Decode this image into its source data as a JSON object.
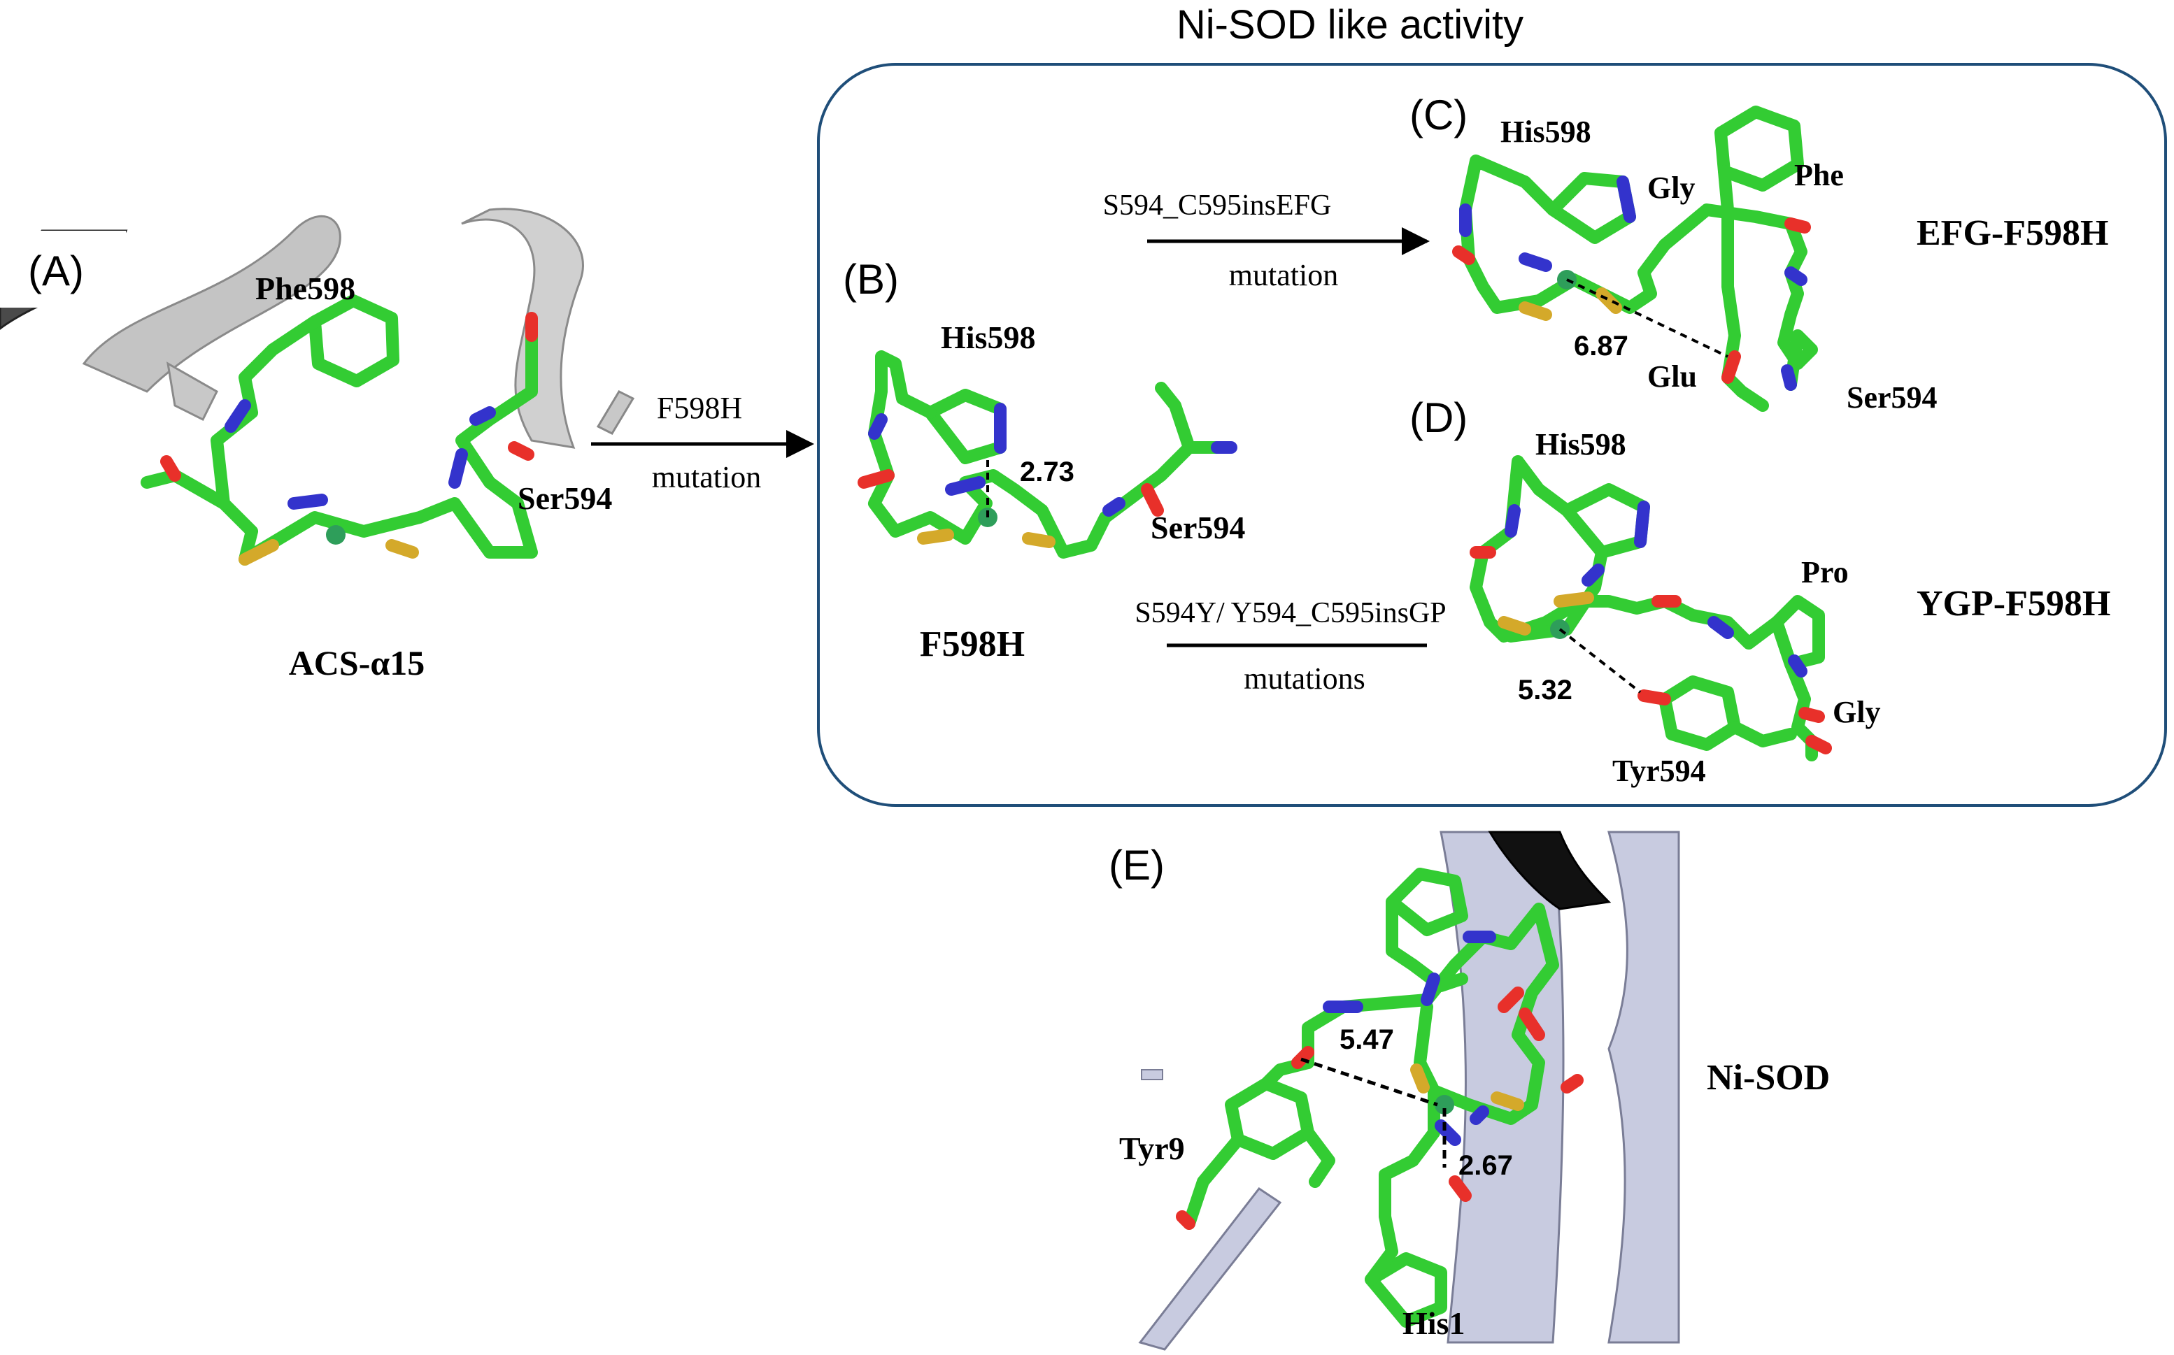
{
  "title": "Ni-SOD like activity",
  "panels": {
    "A": {
      "tag": "(A)",
      "residue": "Phe598",
      "site": "Ser594",
      "name": "ACS-α15"
    },
    "B": {
      "tag": "(B)",
      "residue": "His598",
      "site": "Ser594",
      "distance": "2.73",
      "name": "F598H"
    },
    "C": {
      "tag": "(C)",
      "his": "His598",
      "gly": "Gly",
      "phe": "Phe",
      "glu": "Glu",
      "site": "Ser594",
      "distance": "6.87",
      "name": "EFG-F598H"
    },
    "D": {
      "tag": "(D)",
      "his": "His598",
      "pro": "Pro",
      "gly": "Gly",
      "tyr": "Tyr594",
      "distance": "5.32",
      "name": "YGP-F598H"
    },
    "E": {
      "tag": "(E)",
      "tyr": "Tyr9",
      "his": "His1",
      "distance1": "5.47",
      "distance2": "2.67",
      "name": "Ni-SOD"
    }
  },
  "arrows": {
    "a_to_b": {
      "top": "F598H",
      "bottom": "mutation"
    },
    "b_to_c": {
      "top": "S594_C595insEFG",
      "bottom": "mutation"
    },
    "b_to_d": {
      "top": "S594Y/ Y594_C595insGP",
      "bottom": "mutations"
    }
  },
  "colors": {
    "carbon": "#33cc33",
    "nitrogen": "#3333cc",
    "oxygen": "#e8302a",
    "sulfur": "#d4a92a",
    "nickel": "#2e9e5a",
    "ribbon": "#b8b8b8",
    "ribbon_dark": "#555555",
    "ribbon_lilac": "#c3c6dc",
    "box_border": "#1f4e79"
  }
}
